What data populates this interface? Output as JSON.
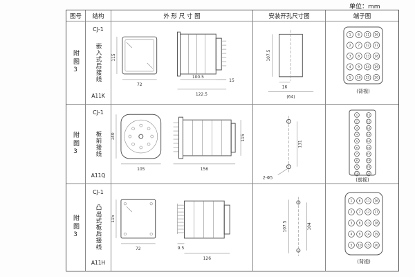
{
  "unit_label": "单位：mm",
  "table": {
    "headers": {
      "fig": "图号",
      "structure": "结构",
      "outline": "外 形 尺 寸 图",
      "mounting": "安装开孔尺寸图",
      "terminal": "端子图"
    }
  },
  "rows": [
    {
      "fig": "附图3",
      "model": "CJ-1",
      "structure": "嵌入式后接线",
      "code": "A11K",
      "outline": {
        "front_h": "115",
        "front_w": "72",
        "side_d1": "100.5",
        "side_d2": "122.5",
        "side_d3": "15"
      },
      "mount": {
        "v": "107.5",
        "h1": "16",
        "h2": "(64)"
      },
      "terminal": {
        "numbers": [
          1,
          6,
          11,
          16,
          2,
          7,
          12,
          17,
          3,
          8,
          13,
          18,
          4,
          9,
          14,
          19,
          5,
          10,
          15,
          20
        ],
        "view": "(背视)"
      }
    },
    {
      "fig": "附图3",
      "model": "CJ-1",
      "structure": "板前接线",
      "code": "A11Q",
      "outline": {
        "front_h": "140",
        "front_w": "105",
        "side_w": "156",
        "side_h": "115"
      },
      "mount": {
        "v": "131",
        "holes": "2-Φ5"
      },
      "terminal": {
        "numbers": [
          1,
          11,
          2,
          12,
          3,
          13,
          4,
          14,
          5,
          15,
          6,
          16,
          7,
          17,
          8,
          18,
          9,
          19,
          10,
          20
        ],
        "view": "(前视)"
      }
    },
    {
      "fig": "附图3",
      "model": "CJ-1",
      "structure": "凸出式板后接线",
      "code": "A11H",
      "outline": {
        "front_h": "115",
        "front_w": "72",
        "pin": "9.5",
        "side_w": "126"
      },
      "mount": {
        "v1": "107.5",
        "v2": "104"
      },
      "terminal": {
        "numbers": [
          1,
          6,
          11,
          16,
          2,
          7,
          12,
          17,
          3,
          8,
          13,
          18,
          4,
          9,
          14,
          19,
          5,
          10,
          15,
          20
        ],
        "view": "(背视)"
      }
    }
  ]
}
